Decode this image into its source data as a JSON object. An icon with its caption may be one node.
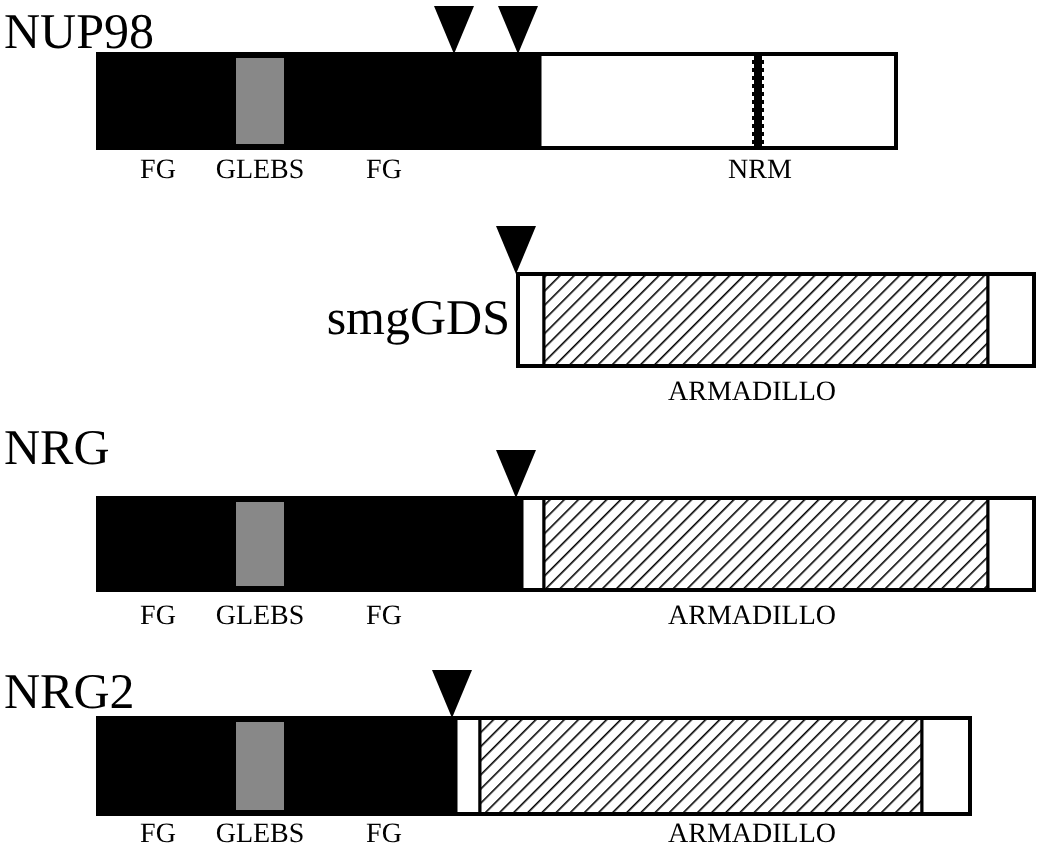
{
  "diagram": {
    "nodes": [
      {
        "text": [
          "NUP98"
        ],
        "beside": [
          "FG",
          "GLEBS",
          "FG",
          "NRM"
        ]
      },
      {
        "text": [
          "smgGDS"
        ],
        "beside": [
          "ARMADILLO"
        ]
      },
      {
        "text": [
          "NRG"
        ],
        "beside": [
          "FG",
          "GLEBS",
          "FG",
          "ARMADILLO"
        ]
      },
      {
        "text": [
          "NRG2"
        ],
        "beside": [
          "FG",
          "GLEBS",
          "FG",
          "ARMADILLO"
        ]
      }
    ]
  }
}
